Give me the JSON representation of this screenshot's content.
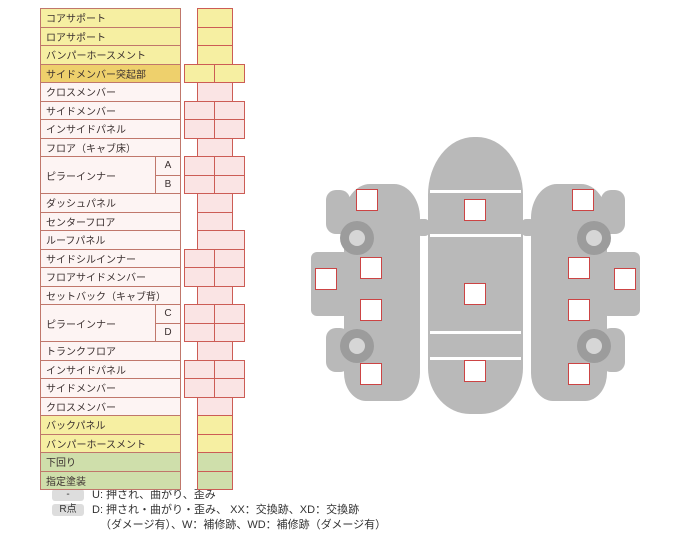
{
  "table": {
    "rows": [
      {
        "label": "コアサポート",
        "type": "yellow",
        "cells": 1
      },
      {
        "label": "ロアサポート",
        "type": "yellow",
        "cells": 1
      },
      {
        "label": "バンパーホースメント",
        "type": "yellow",
        "cells": 1
      },
      {
        "label": "サイドメンバー突起部",
        "type": "orange",
        "cells": 2
      },
      {
        "label": "クロスメンバー",
        "type": "pink",
        "cells": 1
      },
      {
        "label": "サイドメンバー",
        "type": "pink",
        "cells": 2
      },
      {
        "label": "インサイドパネル",
        "type": "pink",
        "cells": 2
      },
      {
        "label": "フロア（キャブ床）",
        "type": "pink",
        "cells": 1
      },
      {
        "label": "ピラーインナー",
        "type": "pink",
        "cells": 2,
        "sub": [
          "A",
          "B"
        ]
      },
      {
        "label": "ダッシュパネル",
        "type": "pink",
        "cells": 1
      },
      {
        "label": "センターフロア",
        "type": "pink",
        "cells": 1
      },
      {
        "label": "ルーフパネル",
        "type": "pink",
        "cells": 1,
        "wide": true
      },
      {
        "label": "サイドシルインナー",
        "type": "pink",
        "cells": 2
      },
      {
        "label": "フロアサイドメンバー",
        "type": "pink",
        "cells": 2
      },
      {
        "label": "セットバック（キャブ背）",
        "type": "pink",
        "cells": 1
      },
      {
        "label": "ピラーインナー",
        "type": "pink",
        "cells": 2,
        "sub": [
          "C",
          "D"
        ]
      },
      {
        "label": "トランクフロア",
        "type": "pink",
        "cells": 1
      },
      {
        "label": "インサイドパネル",
        "type": "pink",
        "cells": 2
      },
      {
        "label": "サイドメンバー",
        "type": "pink",
        "cells": 2
      },
      {
        "label": "クロスメンバー",
        "type": "pink",
        "cells": 1
      },
      {
        "label": "バックパネル",
        "type": "yellow",
        "cells": 1
      },
      {
        "label": "バンパーホースメント",
        "type": "yellow",
        "cells": 1
      },
      {
        "label": "下回り",
        "type": "green",
        "cells": 1
      },
      {
        "label": "指定塗装",
        "type": "green",
        "cells": 1
      }
    ]
  },
  "legend": {
    "row1_badge": "-",
    "row1_text": "U: 押され、曲がり、歪み",
    "row2_badge": "R点",
    "row2_text": "D: 押され・曲がり・歪み、 XX：交換跡、XD：交換跡",
    "row3_text": "（ダメージ有）、W：補修跡、WD：補修跡（ダメージ有）"
  },
  "colors": {
    "yellow_bg": "#f6efa2",
    "orange_bg": "#eed06c",
    "pink_label_bg": "#fdf4f3",
    "pink_cell_bg": "#fae4e4",
    "green_bg": "#cfdfab",
    "grid_border": "#c0776b",
    "cell_border": "#cc5c55",
    "checkbox_border": "#cc4444",
    "car_gray": "#b9b9b9"
  }
}
